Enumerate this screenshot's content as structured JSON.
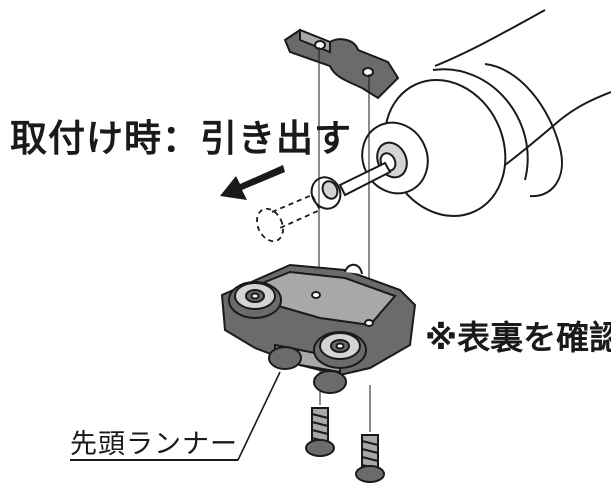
{
  "labels": {
    "instruction": "取付け時：引き出す",
    "note": "※表裏を確認",
    "part_name": "先頭ランナー"
  },
  "colors": {
    "line": "#1a1a1a",
    "part_dark": "#6b6b6b",
    "part_mid": "#a8a8a8",
    "part_light": "#d4d4d4",
    "background": "#ffffff"
  },
  "icons": {
    "direction": "arrow-left-down-icon"
  }
}
